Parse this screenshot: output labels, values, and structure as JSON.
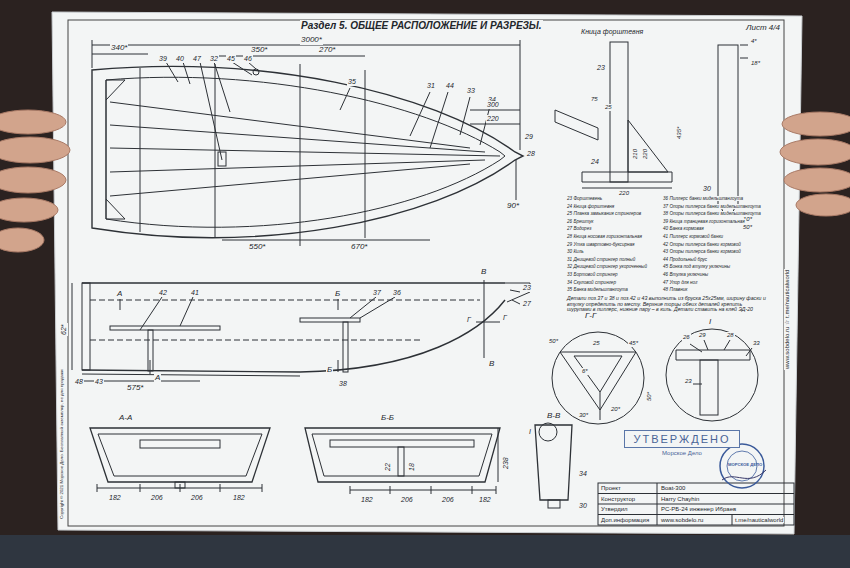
{
  "diagram": {
    "title": "Раздел 5. ОБЩЕЕ РАСПОЛОЖЕНИЕ И РАЗРЕЗЫ.",
    "nodes": [
      {
        "text": [
          "УТВЕРЖДЕНО",
          "Морское Дело"
        ]
      }
    ],
    "labels": [
      "Лист 4/4",
      "3000*",
      "340*",
      "39",
      "40",
      "47",
      "32",
      "45",
      "46",
      "350*",
      "270*",
      "35",
      "31",
      "44",
      "33",
      "34",
      "300",
      "220",
      "29",
      "28",
      "90*",
      "550*",
      "670*",
      "Кница форштевня",
      "23",
      "24",
      "30",
      "4*",
      "18*",
      "75",
      "25",
      "210",
      "220",
      "435*",
      "220",
      "10*",
      "50*",
      "23 Форштевень",
      "24 Кница форштевня",
      "25 Планка замыкания стрингеров",
      "26 Брештук",
      "27 Водорез",
      "28 Кница носовая горизонтальная",
      "29 Утка швартовно-буксирная",
      "30 Киль",
      "31 Днищевой стрингер полный",
      "32 Днищевой стрингер укороченный",
      "33 Бортовой стрингер",
      "34 Скуловой стрингер",
      "35 Банка мидельшпангоута",
      "36 Пиллерс банки мидельшпангоута",
      "37 Опоры пиллерса банки мидельшпангоута",
      "38 Опоры пиллерса банки мидельшпангоута",
      "39 Кница транцевая горизонтальная",
      "40 Банка кормовая",
      "41 Пиллерс кормовой банки",
      "42 Опоры пиллерса банки кормовой",
      "43 Опоры пиллерса банки кормовой",
      "44 Продольный брус",
      "45 Бонка под втулку уключины",
      "46 Втулка уключины",
      "47 Упор для ног",
      "48 Плавник",
      "Детали поз.37 и 38 и поз.42 и 43 выполнить из бруска 25х25мм, ширину фаски и втулку определить по месту. Верхние торцы обеих деталей крепить шурупами в пиллерс, нижние пару – в киль. Детали ставить на клей ЭД-20",
      "В",
      "А",
      "42",
      "41",
      "Б",
      "37",
      "36",
      "23",
      "27",
      "Г",
      "Г",
      "62*",
      "48",
      "43",
      "575*",
      "А",
      "38",
      "Б",
      "В",
      "Г-Г",
      "50*",
      "25",
      "45*",
      "6*",
      "30*",
      "20*",
      "50*",
      "I",
      "26",
      "29",
      "28",
      "33",
      "23",
      "А-А",
      "182",
      "206",
      "206",
      "182",
      "Б-Б",
      "22",
      "18",
      "238",
      "182",
      "206",
      "206",
      "182",
      "В-В",
      "I",
      "34",
      "30",
      "Проект",
      "Boat-300",
      "Конструктор",
      "Harry Chayhin",
      "Утвердил",
      "РС-РБ-24 инженер Ибраев",
      "Доп.информация",
      "www.sobdelo.ru",
      "t.me/nauticalworld",
      "www.sobdelo.ru ☆ t.me/nauticalworld",
      "Copyright © 2021 Морское Дело. Бесплатный экземпляр, не для продажи",
      "МОРСКОЕ ДЕЛО"
    ]
  }
}
